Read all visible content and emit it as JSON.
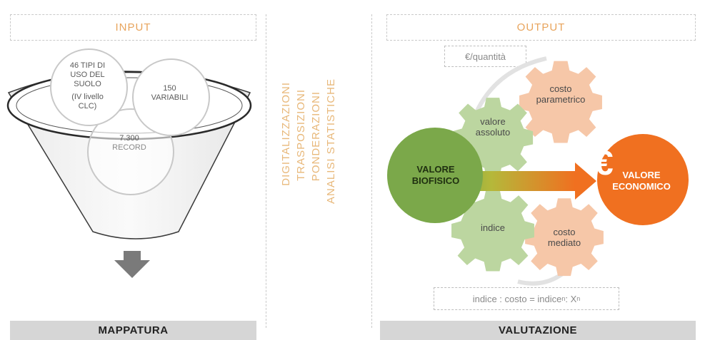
{
  "left": {
    "input_label": "INPUT",
    "circle1": [
      "46 TIPI DI",
      "USO DEL",
      "SUOLO",
      "(IV livello",
      "CLC)"
    ],
    "circle2": [
      "150",
      "VARIABILI"
    ],
    "circle3": [
      "7.300",
      "RECORD"
    ],
    "footer": "MAPPATURA"
  },
  "middle": {
    "lines": [
      "DIGITALIZZAZIONI",
      "TRASPOSIZIONI",
      "PONDERAZIONI",
      "ANALISI STATISTICHE"
    ]
  },
  "right": {
    "output_label": "OUTPUT",
    "unit_box": "€/quantità",
    "gear_valore_assoluto": [
      "valore",
      "assoluto"
    ],
    "gear_costo_parametrico": [
      "costo",
      "parametrico"
    ],
    "gear_indice": "indice",
    "gear_costo_mediato": [
      "costo",
      "mediato"
    ],
    "valore_biofisico": [
      "VALORE",
      "BIOFISICO"
    ],
    "valore_economico": [
      "VALORE",
      "ECONOMICO"
    ],
    "euro_symbol": "€",
    "formula_main": "indice : costo = indice",
    "formula_sub1": "n",
    "formula_mid": " : X",
    "formula_sub2": "n",
    "footer": "VALUTAZIONE"
  },
  "colors": {
    "green": "#7ba84a",
    "orange": "#f07020",
    "gear_green": "#bcd6a0",
    "gear_peach": "#f6c7a8"
  }
}
